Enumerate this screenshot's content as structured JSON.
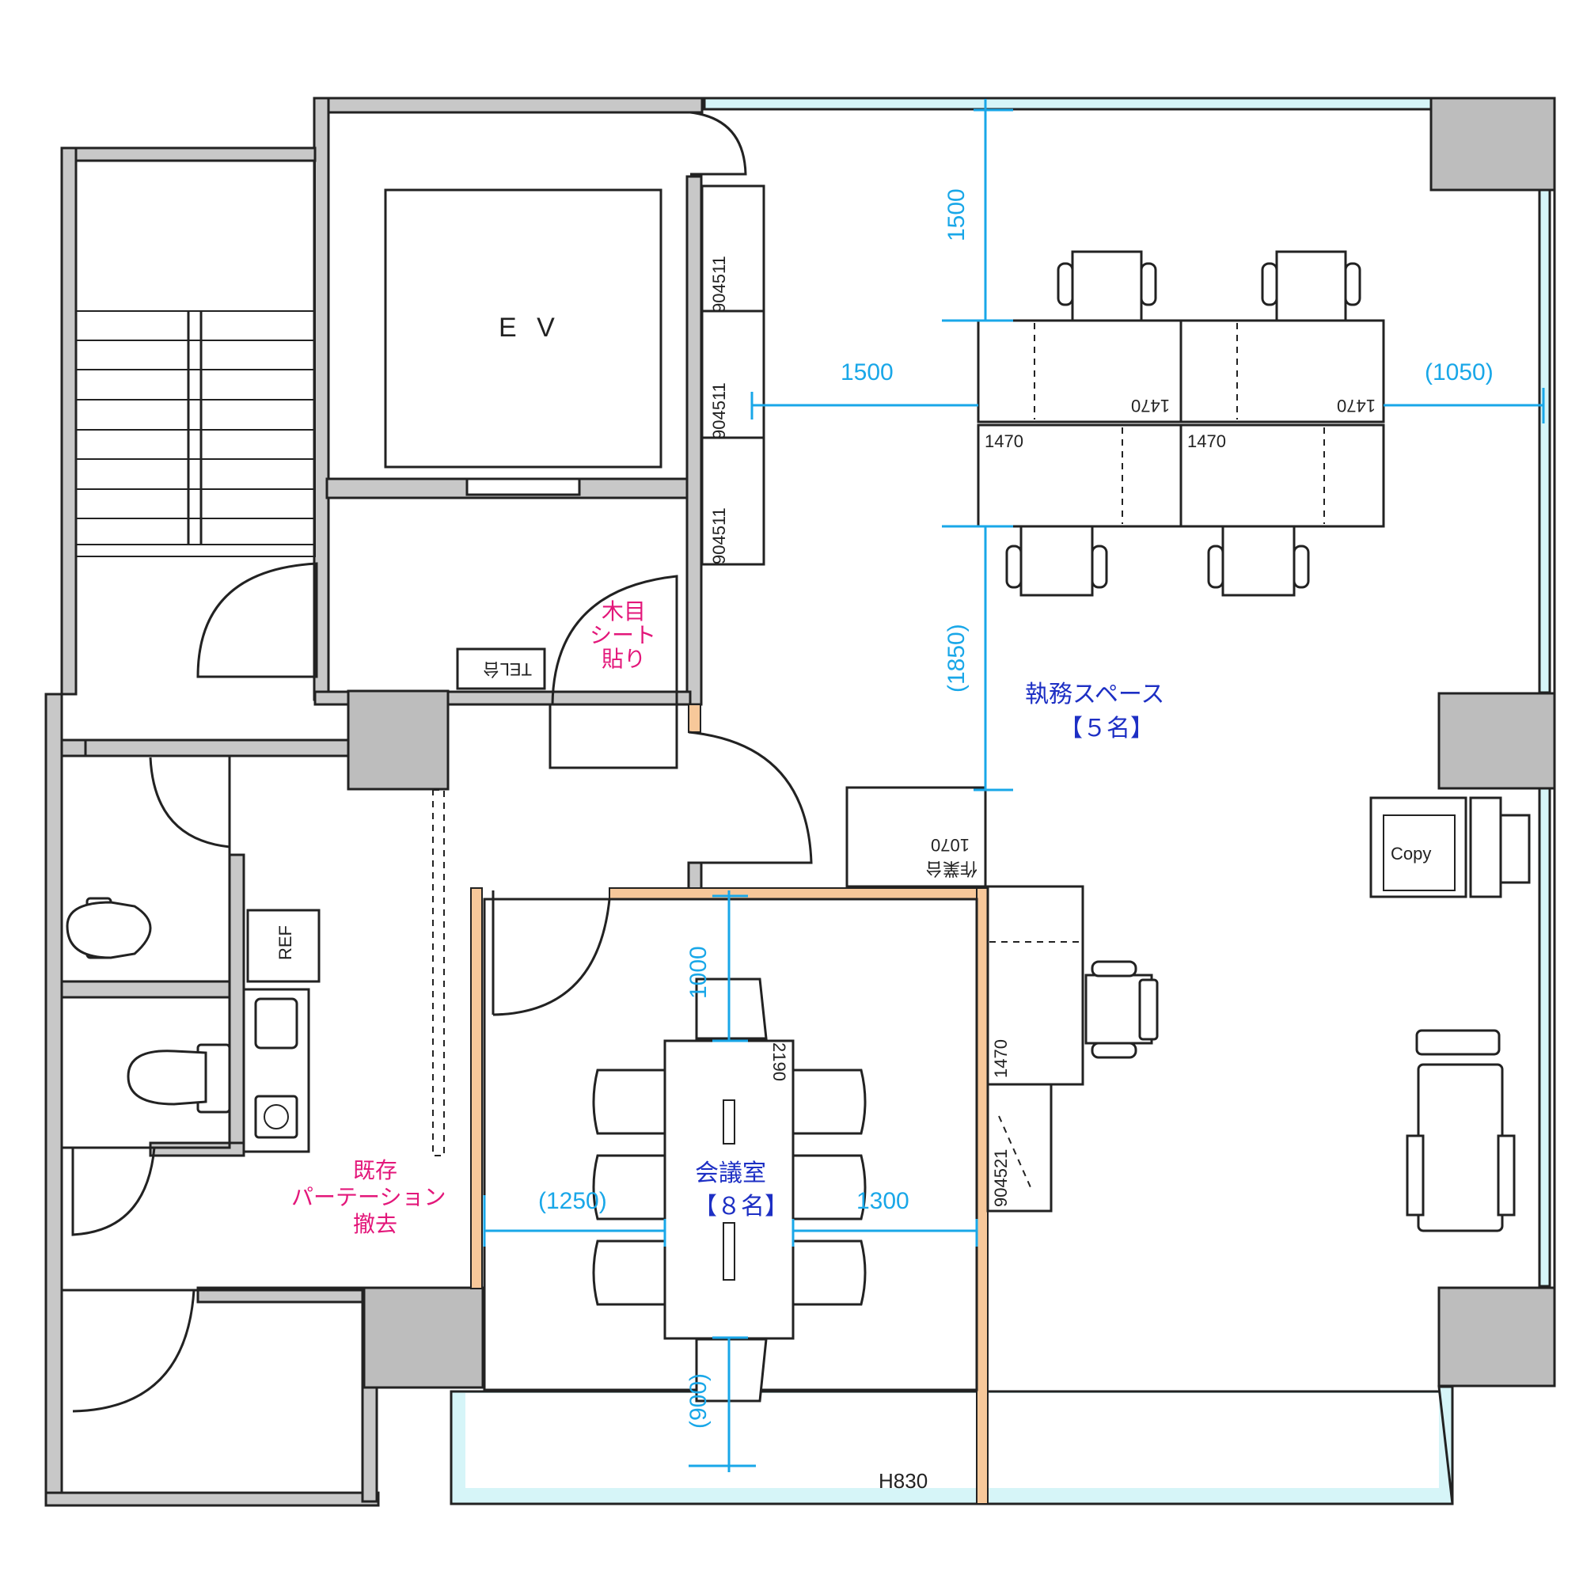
{
  "rooms": {
    "elevator": "E V",
    "office": {
      "name": "執務スペース",
      "capacity": "【５名】"
    },
    "meeting": {
      "name": "会議室",
      "capacity": "【８名】"
    }
  },
  "furniture_labels": {
    "tel": "TEL台",
    "ref": "REF",
    "copy": "Copy",
    "work_table": "作業台",
    "work_table_size": "1070",
    "shelf_1": "904511",
    "shelf_2": "904511",
    "shelf_3": "904511",
    "shelf_right": "904521",
    "desk_1": "1470",
    "desk_2": "1470",
    "desk_3": "1470",
    "desk_4": "1470",
    "side_desk": "1470",
    "meeting_table": "2190",
    "window_sill": "H830"
  },
  "annotations": {
    "wood_sheet_1": "木目",
    "wood_sheet_2": "シート",
    "wood_sheet_3": "貼り",
    "partition_1": "既存",
    "partition_2": "パーテーション",
    "partition_3": "撤去"
  },
  "dimensions": {
    "top_gap": "1500",
    "left_gap": "1500",
    "right_gap": "(1050)",
    "office_mid": "(1850)",
    "meeting_top": "1000",
    "meeting_bottom": "(900)",
    "meeting_left": "(1250)",
    "meeting_right": "1300"
  },
  "colors": {
    "dimension": "#19a7e8",
    "room_label": "#1d2fc4",
    "annotation": "#e3177a",
    "partition": "#f7c89a",
    "glass": "#d6f5f8",
    "wall": "#c8c8c8"
  }
}
